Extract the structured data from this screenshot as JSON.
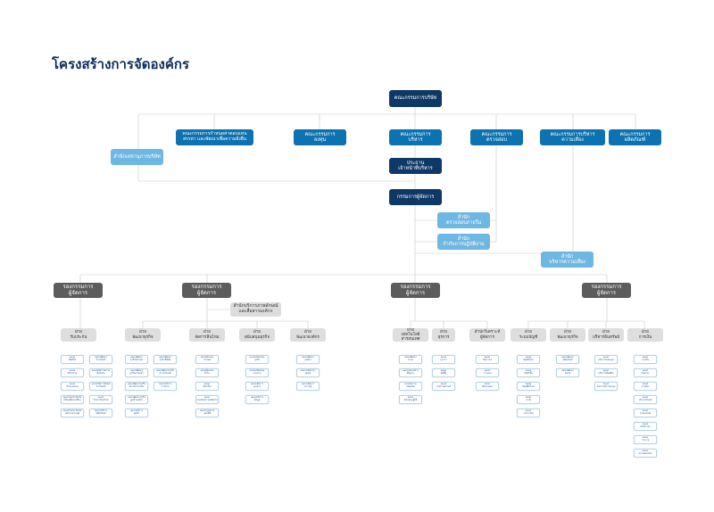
{
  "page_title": "โครงสร้างการจัดองค์กร",
  "board": "คณะกรรมการบริษัท",
  "secretary": "สำนักเลขานุการบริษัท",
  "committees": [
    "คณะกรรมการกำหนดค่าตอบแทน\nสรรหา และพัฒนาเพื่อความยั่งยืน",
    "คณะกรรมการ\nลงทุน",
    "คณะกรรมการ\nบริหาร",
    "คณะกรรมการ\nตรวจสอบ",
    "คณะกรรมการบริหาร\nความเสี่ยง",
    "คณะกรรมการ\nผลิตภัณฑ์"
  ],
  "exec_chair": "ประธาน\nเจ้าหน้าที่บริหาร",
  "md": "กรรมการผู้จัดการ",
  "offices": [
    "สำนัก\nตรวจสอบภายใน",
    "สำนัก\nกำกับการปฏิบัติงาน",
    "สำนัก\nบริหารความเสี่ยง"
  ],
  "deputies": [
    "รองกรรมการ\nผู้จัดการ",
    "รองกรรมการ\nผู้จัดการ",
    "รองกรรมการ\nผู้จัดการ",
    "รองกรรมการ\nผู้จัดการ"
  ],
  "deputy_office": "สำนักบริการภาพลักษณ์\nและสื่อสารองค์กร",
  "divisions": [
    {
      "name": "ฝ่าย\nรับประกัน",
      "items": [
        "แผนก\nอัคคีภัย",
        "แผนก\nวิศวกรรม",
        "แผนก\nภัยทางทะเล",
        "แผนกรับประกันภัย\nเบ็ดเตล็ดและอื่นๆ",
        "แผนกรับประกันภัย\nต่อต่างประเทศ",
        "แผนกพัฒนา\nประกันภัย",
        "แผนกจัดการความ\nคุ้มครอง",
        "แผนกจัดการภัยต่อ\nประกันภัย",
        "แผนก\nรับประกันภัยรถ",
        "แผนกบริหาร\nผลิตภัณฑ์"
      ]
    },
    {
      "name": "ฝ่าย\nพัฒนาธุรกิจ",
      "items": [
        "แผนกพัฒนา\nธุรกิจตัวแทน",
        "แผนกพัฒนา\nธุรกิจนายหน้า",
        "แผนกพัฒนาธุรกิจ\nสถาบันการเงิน",
        "แผนกพัฒนาธุรกิจ\nลูกค้าองค์กร",
        "แผนกบริการ\nลูกค้า",
        "แผนกพัฒนา\nธุรกิจดิจิทัล",
        "แผนกพัฒนาธุรกิจ\nต่างประเทศ",
        "แผนกบริหาร\nการขาย"
      ]
    },
    {
      "name": "ฝ่าย\nจัดการสินไหม",
      "items": [
        "แผนกสินไหม\nรถยนต์",
        "แผนกสินไหม\nทั่วไป",
        "แผนก\nเรียกร้อง",
        "แผนก\nประเมินความเสียหาย",
        "แผนกกฎหมาย\nและคดี"
      ]
    },
    {
      "name": "ฝ่าย\nสนับสนุนธุรกิจ",
      "items": [
        "แผนกสนับสนุน\nธุรกิจ",
        "แผนกสนับสนุน\nงานขาย",
        "แผนกจัดการ\nเอกสาร",
        "แผนกบริการ\nข้อมูล"
      ]
    },
    {
      "name": "ฝ่าย\nพัฒนาองค์กร",
      "items": [
        "แผนกพัฒนา\nองค์กร",
        "แผนกทรัพยากร\nบุคคล",
        "แผนกจัดการ\nความรู้"
      ]
    },
    {
      "name": "ฝ่าย\nเทคโนโลยีสารสนเทศ",
      "items": [
        "แผนกพัฒนา\nระบบ",
        "แผนกโครงสร้าง\nพื้นฐาน",
        "แผนกความ\nปลอดภัย",
        "แผนก\nสนับสนุนผู้ใช้"
      ]
    },
    {
      "name": "ฝ่าย\nธุรการ",
      "items": [
        "แผนก\nธุรการ",
        "แผนก\nจัดซื้อ",
        "แผนก\nอาคารสถานที่"
      ]
    },
    {
      "name": "สำนักวิเคราะห์\nผู้จัดการ",
      "items": [
        "แผนก\nวิเคราะห์",
        "แผนก\nวางแผน",
        "แผนก\nติดตามผล"
      ]
    },
    {
      "name": "ฝ่าย\nระบบบัญชี",
      "items": [
        "แผนก\nบัญชีทั่วไป",
        "แผนก\nบัญชีเบี้ย",
        "แผนก\nบัญชีสินไหม",
        "แผนก\nภาษี",
        "แผนก\nงบการเงิน"
      ]
    },
    {
      "name": "ฝ่าย\nพัฒนาธุรกิจ",
      "items": [
        "แผนกพัฒนา\nผลิตภัณฑ์",
        "แผนกพัฒนา\nตลาด"
      ]
    },
    {
      "name": "ฝ่าย\nบริหารลินทรัพย์",
      "items": [
        "แผนก\nบริหารเงินลงทุน",
        "แผนก\nบริหารทรัพย์สิน",
        "แผนก\nวิเคราะห์การลงทุน"
      ]
    },
    {
      "name": "ฝ่าย\nการเงิน",
      "items": [
        "แผนก\nการเงิน",
        "แผนก\nรับชำระ",
        "แผนก\nจ่ายเงิน",
        "แผนก\nบริหารเงินสด",
        "แผนก\nกระทบยอด",
        "แผนก\nเงินสำรอง",
        "แผนก\nรายงาน",
        "แผนก\nตรวจสอบเงิน"
      ]
    }
  ]
}
